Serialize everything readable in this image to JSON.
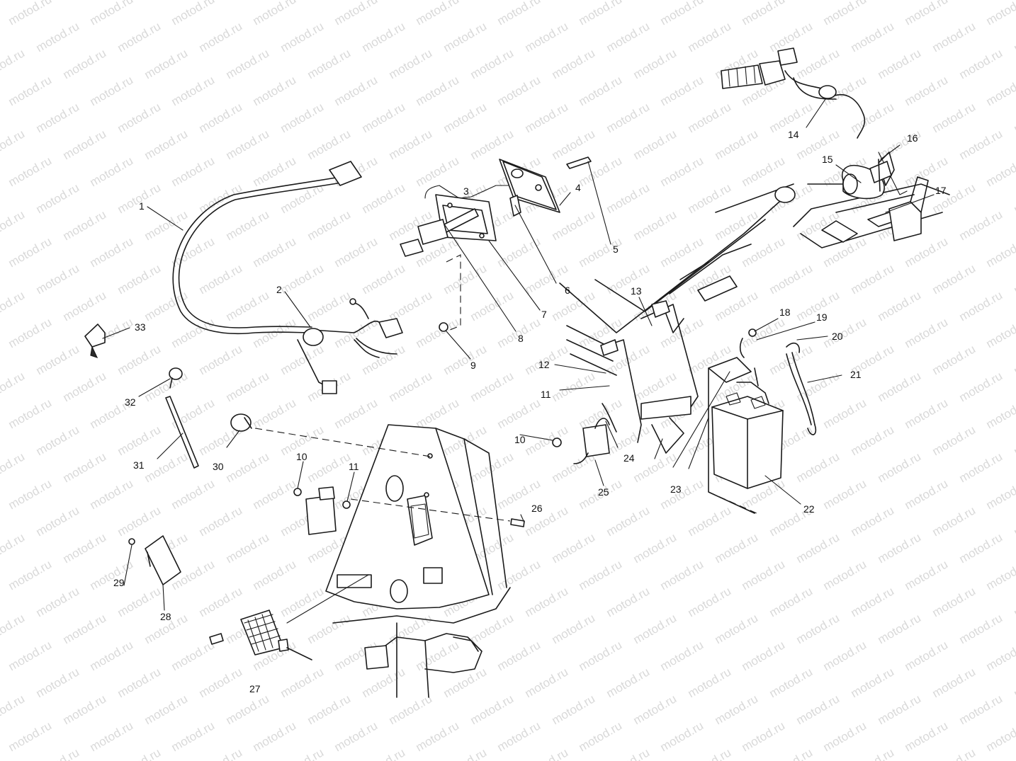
{
  "watermark": {
    "text": "motod.ru",
    "color": "#d9d9d9"
  },
  "colors": {
    "line": "#1a1a1a",
    "background": "#ffffff"
  },
  "callouts": [
    {
      "id": "1",
      "label": "1"
    },
    {
      "id": "2",
      "label": "2"
    },
    {
      "id": "3",
      "label": "3"
    },
    {
      "id": "4",
      "label": "4"
    },
    {
      "id": "5",
      "label": "5"
    },
    {
      "id": "6",
      "label": "6"
    },
    {
      "id": "7",
      "label": "7"
    },
    {
      "id": "8",
      "label": "8"
    },
    {
      "id": "9",
      "label": "9"
    },
    {
      "id": "10a",
      "label": "10"
    },
    {
      "id": "10b",
      "label": "10"
    },
    {
      "id": "11a",
      "label": "11"
    },
    {
      "id": "11b",
      "label": "11"
    },
    {
      "id": "12",
      "label": "12"
    },
    {
      "id": "13",
      "label": "13"
    },
    {
      "id": "14",
      "label": "14"
    },
    {
      "id": "15",
      "label": "15"
    },
    {
      "id": "16",
      "label": "16"
    },
    {
      "id": "17",
      "label": "17"
    },
    {
      "id": "18",
      "label": "18"
    },
    {
      "id": "19",
      "label": "19"
    },
    {
      "id": "20",
      "label": "20"
    },
    {
      "id": "21",
      "label": "21"
    },
    {
      "id": "22",
      "label": "22"
    },
    {
      "id": "23",
      "label": "23"
    },
    {
      "id": "24",
      "label": "24"
    },
    {
      "id": "25",
      "label": "25"
    },
    {
      "id": "26",
      "label": "26"
    },
    {
      "id": "27",
      "label": "27"
    },
    {
      "id": "28",
      "label": "28"
    },
    {
      "id": "29",
      "label": "29"
    },
    {
      "id": "30",
      "label": "30"
    },
    {
      "id": "31",
      "label": "31"
    },
    {
      "id": "32",
      "label": "32"
    },
    {
      "id": "33",
      "label": "33"
    }
  ]
}
